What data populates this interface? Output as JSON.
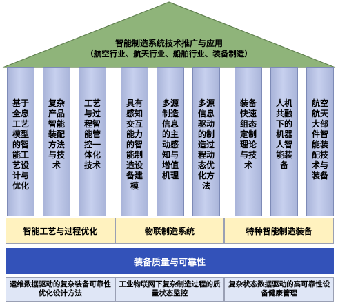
{
  "roof": {
    "title": "智能制造系统技术推广与应用",
    "subtitle": "（航空行业、航天行业、船舶行业、装备制造）"
  },
  "pillars": [
    {
      "lines": [
        "基于",
        "全息",
        "工艺",
        "模型",
        "的智",
        "能工",
        "艺设",
        "计与",
        "优化"
      ]
    },
    {
      "lines": [
        "复杂",
        "产品",
        "智能",
        "装配",
        "方法",
        "与技",
        "术"
      ]
    },
    {
      "lines": [
        "工艺",
        "与过",
        "程智",
        "能管",
        "控一",
        "体化",
        "技术"
      ]
    },
    {
      "lines": [
        "具有",
        "感知",
        "交互",
        "能力",
        "的智",
        "能制",
        "造设",
        "备建",
        "模"
      ]
    },
    {
      "lines": [
        "多源",
        "制造",
        "信息",
        "的主",
        "动感",
        "知与",
        "增值",
        "机理"
      ]
    },
    {
      "lines": [
        "多源",
        "信息",
        "驱动",
        "的制",
        "造过",
        "程动",
        "态优",
        "化方",
        "法"
      ]
    },
    {
      "lines": [
        "装备",
        "快速",
        "组态",
        "定制",
        "理论",
        "与技",
        "术"
      ]
    },
    {
      "lines": [
        "人机",
        "共融",
        "下的",
        "机器",
        "人智",
        "能装",
        "备"
      ]
    },
    {
      "lines": [
        "航空",
        "航天",
        "大部",
        "件智",
        "能装",
        "配技",
        "术与",
        "装备"
      ]
    }
  ],
  "foundation": {
    "cells": [
      "智能工艺与过程优化",
      "物联制造系统",
      "特种智能制造装备"
    ]
  },
  "quality": {
    "label": "装备质量与可靠性"
  },
  "bottom": {
    "cells": [
      "运维数据驱动的复杂装备可靠性优化设计方法",
      "工业物联网下复杂制造过程的质量状态监控",
      "复杂状态数据驱动的高可靠性设备健康管理"
    ]
  }
}
